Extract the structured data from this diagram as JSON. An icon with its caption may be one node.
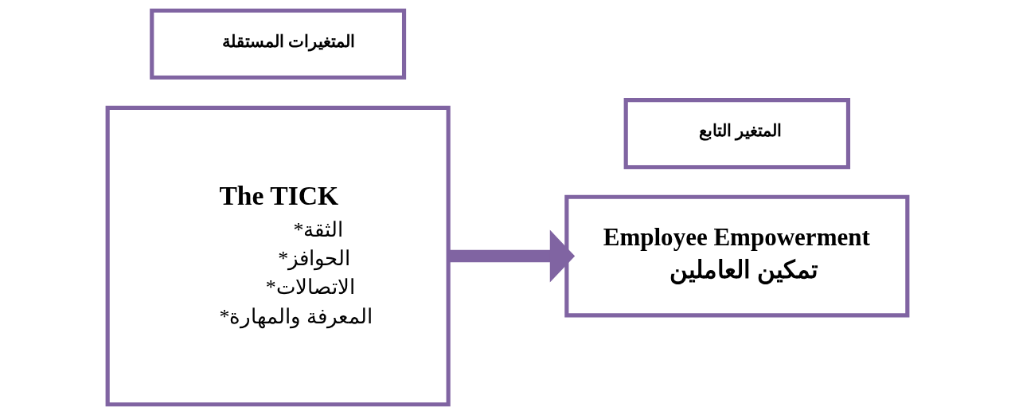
{
  "diagram": {
    "nodes": [
      {
        "text": [
          "المتغيرات المستقلة"
        ]
      },
      {
        "text": [
          "The TICK",
          "*الثقة",
          "*الحوافز",
          "*الاتصالات",
          "*المعرفة والمهارة"
        ]
      },
      {
        "text": [
          "المتغير التابع"
        ]
      },
      {
        "text": [
          "Employee Empowerment",
          "تمكين العاملين"
        ]
      }
    ],
    "edges": [
      {
        "from": 1,
        "to": 3,
        "arrow": "to"
      }
    ]
  }
}
